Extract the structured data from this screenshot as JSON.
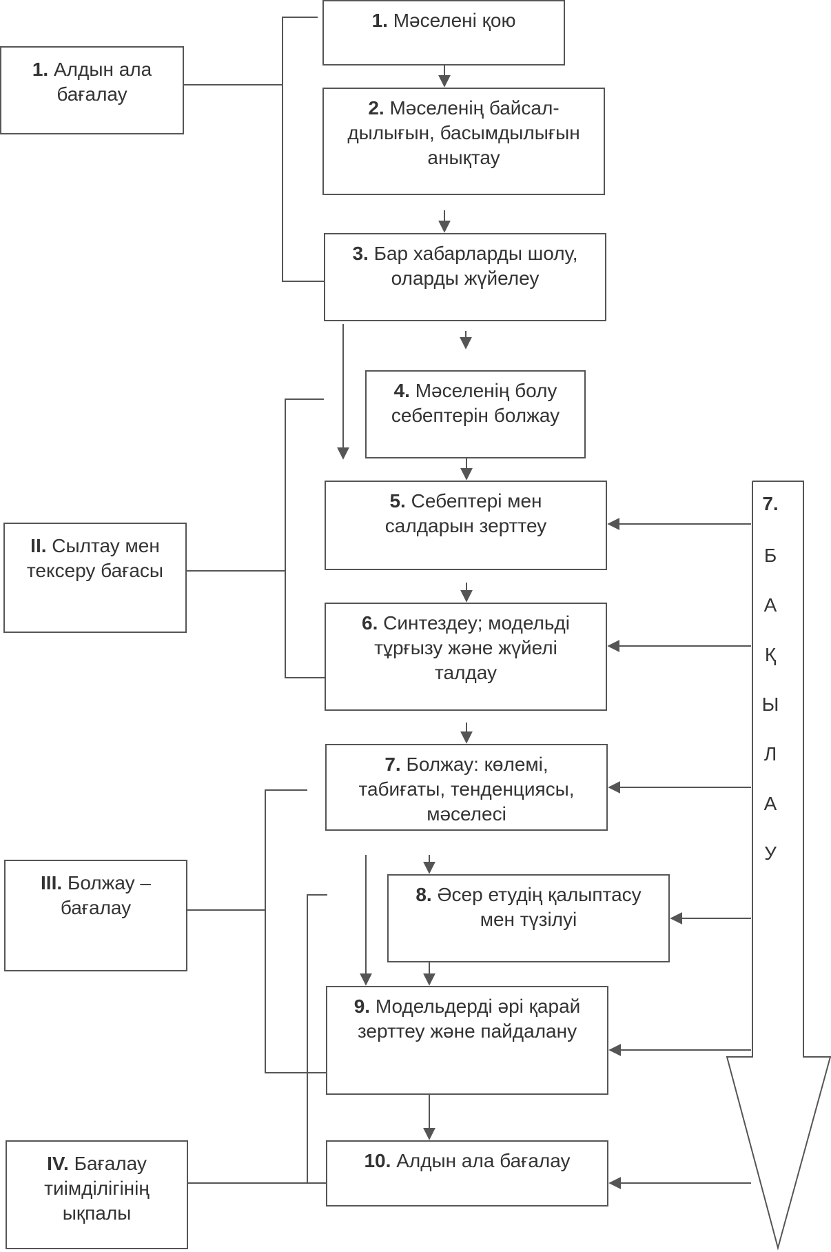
{
  "phases": [
    {
      "id": "p1",
      "num": "1.",
      "text": "Алдын  ала\nбағалау"
    },
    {
      "id": "p2",
      "num": "II.",
      "text": "Сылтау мен\nтексеру бағасы"
    },
    {
      "id": "p3",
      "num": "III.",
      "text": "Болжау –\nбағалау"
    },
    {
      "id": "p4",
      "num": "IV.",
      "text": "Бағалау\nтиімділігінің\nықпалы"
    }
  ],
  "steps": [
    {
      "id": "s1",
      "num": "1.",
      "text": "Мәселені қою"
    },
    {
      "id": "s2",
      "num": "2.",
      "text": "Мәселенің байсал-\nдылығын, басымдылығын\nанықтау"
    },
    {
      "id": "s3",
      "num": "3.",
      "text": "Бар хабарларды шолу,\nоларды жүйелеу"
    },
    {
      "id": "s4",
      "num": "4.",
      "text": "Мәселенің болу\nсебептерін болжау"
    },
    {
      "id": "s5",
      "num": "5.",
      "text": "Себептері мен\nсалдарын зерттеу"
    },
    {
      "id": "s6",
      "num": "6.",
      "text": "Синтездеу; модельді\nтұрғызу және жүйелі\nталдау"
    },
    {
      "id": "s7",
      "num": "7.",
      "text": "Болжау: көлемі,\nтабиғаты, тенденциясы,\nмәселесі"
    },
    {
      "id": "s8",
      "num": "8.",
      "text": "Әсер етудің қалыптасу\nмен түзілуі"
    },
    {
      "id": "s9",
      "num": "9.",
      "text": "Модельдерді әрі қарай\nзерттеу және пайдалану"
    },
    {
      "id": "s10",
      "num": "10.",
      "text": "Алдын ала бағалау"
    }
  ],
  "monitoring": {
    "number": "7.",
    "letters": [
      "Б",
      "А",
      "Қ",
      "Ы",
      "Л",
      "А",
      "У"
    ]
  }
}
